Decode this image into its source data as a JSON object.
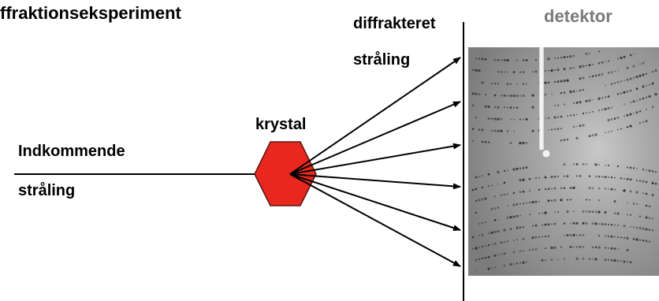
{
  "title": "ffraktionseksperiment",
  "labels": {
    "diffracted_line1": "diffrakteret",
    "diffracted_line2": "stråling",
    "detector": "detektor",
    "crystal": "krystal",
    "incoming_line1": "Indkommende",
    "incoming_line2": "stråling"
  },
  "colors": {
    "crystal_fill": "#e8281e",
    "detector_label": "#7a7a7a",
    "lines": "#000000"
  }
}
